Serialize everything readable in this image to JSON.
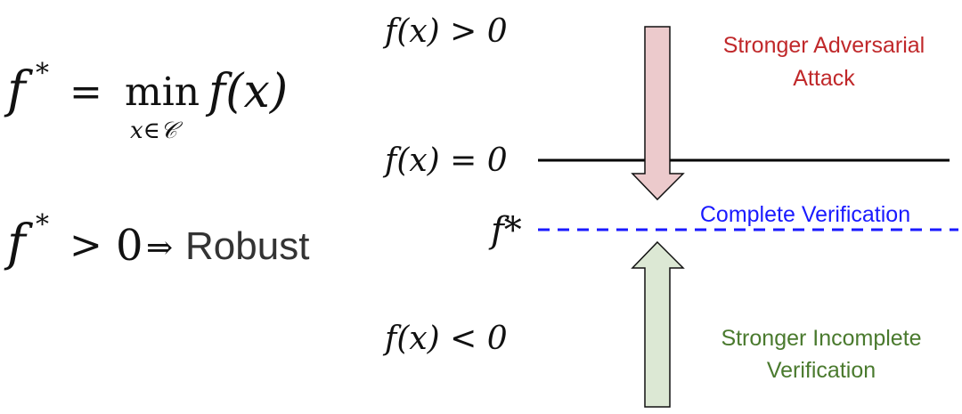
{
  "formula": {
    "f": "f",
    "star": "*",
    "equals": "=",
    "min": "min",
    "subscript": "x∈𝒞",
    "fx": "f(x)",
    "robust_gt": ">",
    "robust_zero": "0",
    "implies": "⇒",
    "robust_label": "Robust"
  },
  "levels": {
    "positive": "f(x) > 0",
    "zero": "f(x) = 0",
    "fstar": "f*",
    "negative": "f(x) < 0"
  },
  "labels": {
    "attack_line1": "Stronger Adversarial",
    "attack_line2": "Attack",
    "complete": "Complete Verification",
    "incomplete_line1": "Stronger Incomplete",
    "incomplete_line2": "Verification"
  },
  "colors": {
    "attack": "#c0282a",
    "complete": "#1a1aff",
    "incomplete": "#4a7a2e",
    "attack_arrow_fill": "#eccacc",
    "incomplete_arrow_fill": "#dce8d4"
  }
}
